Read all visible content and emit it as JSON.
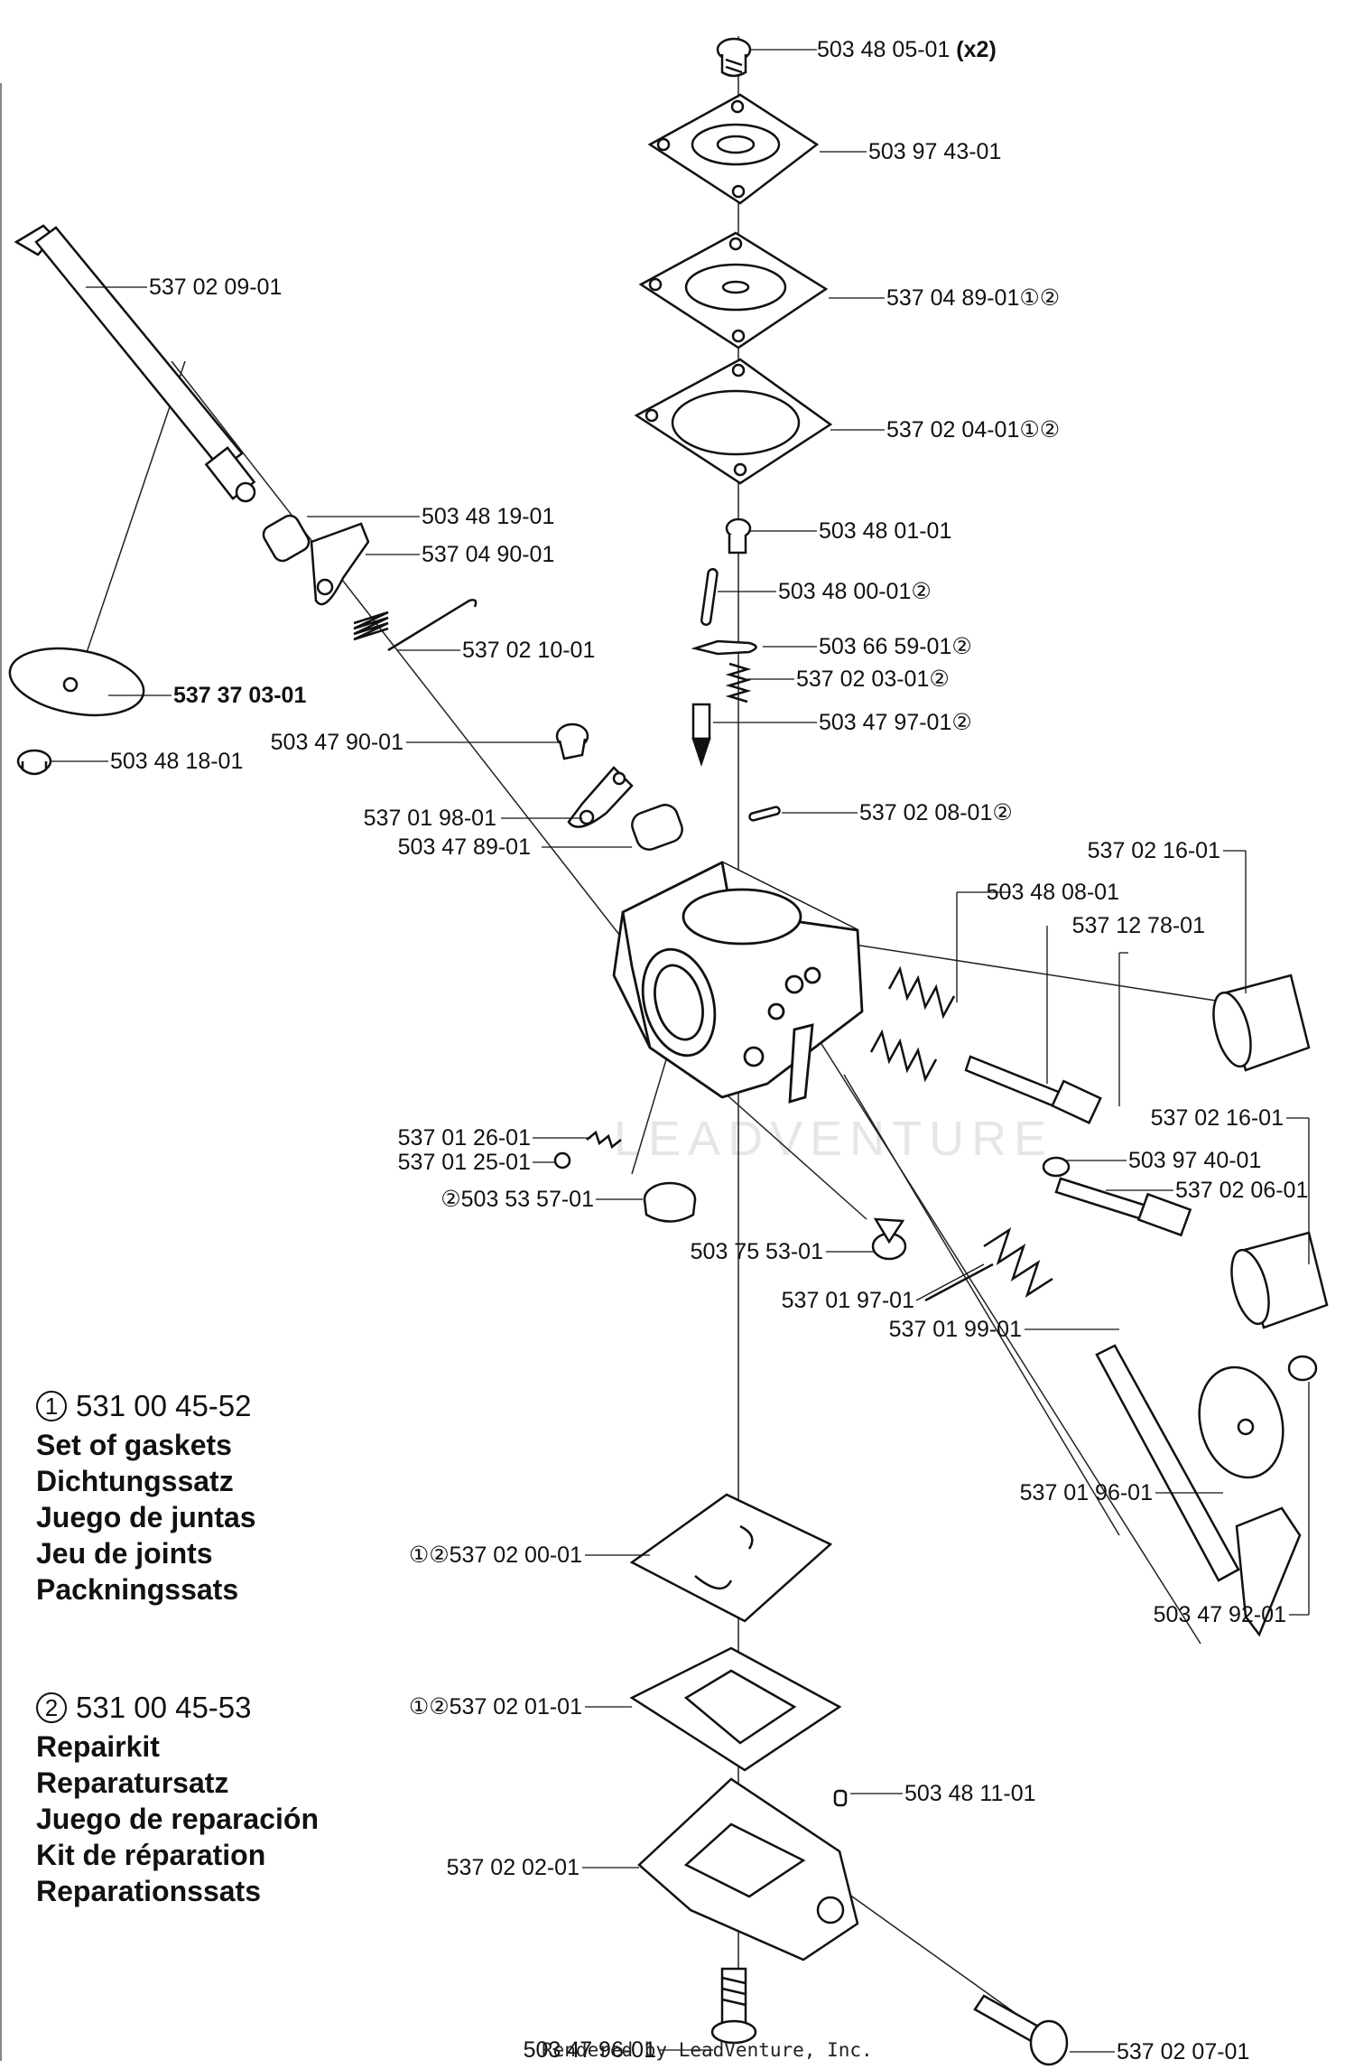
{
  "parts": [
    {
      "id": "p01",
      "number": "503 48 05-01",
      "qty": "(x2)",
      "kits": []
    },
    {
      "id": "p02",
      "number": "503 97 43-01",
      "kits": []
    },
    {
      "id": "p03",
      "number": "537 04 89-01",
      "kits": [
        "1",
        "2"
      ]
    },
    {
      "id": "p04",
      "number": "537 02 04-01",
      "kits": [
        "1",
        "2"
      ]
    },
    {
      "id": "p05",
      "number": "503 48 01-01",
      "kits": []
    },
    {
      "id": "p06",
      "number": "503 48 00-01",
      "kits": [
        "2"
      ]
    },
    {
      "id": "p07",
      "number": "503 66 59-01",
      "kits": [
        "2"
      ]
    },
    {
      "id": "p08",
      "number": "537 02 03-01",
      "kits": [
        "2"
      ]
    },
    {
      "id": "p09",
      "number": "503 47 97-01",
      "kits": [
        "2"
      ]
    },
    {
      "id": "p10",
      "number": "537 02 08-01",
      "kits": [
        "2"
      ]
    },
    {
      "id": "p11",
      "number": "537 02 09-01",
      "kits": []
    },
    {
      "id": "p12",
      "number": "503 48 19-01",
      "kits": []
    },
    {
      "id": "p13",
      "number": "537 04 90-01",
      "kits": []
    },
    {
      "id": "p14",
      "number": "537 02 10-01",
      "kits": []
    },
    {
      "id": "p15",
      "number": "537 37 03-01",
      "bold": true,
      "kits": []
    },
    {
      "id": "p16",
      "number": "503 48 18-01",
      "kits": []
    },
    {
      "id": "p17",
      "number": "503 47 90-01",
      "kits": []
    },
    {
      "id": "p18",
      "number": "537 01 98-01",
      "kits": []
    },
    {
      "id": "p19",
      "number": "503 47 89-01",
      "kits": []
    },
    {
      "id": "p20",
      "number": "537 02 16-01",
      "kits": []
    },
    {
      "id": "p21",
      "number": "503 48 08-01",
      "kits": []
    },
    {
      "id": "p22",
      "number": "537 12 78-01",
      "kits": []
    },
    {
      "id": "p23",
      "number": "537 02 16-01",
      "kits": []
    },
    {
      "id": "p24",
      "number": "503 97 40-01",
      "kits": []
    },
    {
      "id": "p25",
      "number": "537 02 06-01",
      "kits": []
    },
    {
      "id": "p26",
      "number": "537 01 26-01",
      "kits": []
    },
    {
      "id": "p27",
      "number": "537 01 25-01",
      "kits": []
    },
    {
      "id": "p28",
      "number": "503 53 57-01",
      "kits": [
        "2"
      ]
    },
    {
      "id": "p29",
      "number": "503 75 53-01",
      "kits": []
    },
    {
      "id": "p30",
      "number": "537 01 97-01",
      "kits": []
    },
    {
      "id": "p31",
      "number": "537 01 99-01",
      "kits": []
    },
    {
      "id": "p32",
      "number": "537 01 96-01",
      "kits": []
    },
    {
      "id": "p33",
      "number": "503 47 92-01",
      "kits": []
    },
    {
      "id": "p34",
      "number": "537 02 00-01",
      "kits": [
        "1",
        "2"
      ]
    },
    {
      "id": "p35",
      "number": "537 02 01-01",
      "kits": [
        "1",
        "2"
      ]
    },
    {
      "id": "p36",
      "number": "503 48 11-01",
      "kits": []
    },
    {
      "id": "p37",
      "number": "537 02 02-01",
      "kits": []
    },
    {
      "id": "p38",
      "number": "503 47 96-01",
      "kits": []
    },
    {
      "id": "p39",
      "number": "537 02 07-01",
      "kits": []
    }
  ],
  "kits": [
    {
      "symbol": "1",
      "number": "531 00 45-52",
      "names": [
        "Set of gaskets",
        "Dichtungssatz",
        "Juego de juntas",
        "Jeu de joints",
        "Packningssats"
      ]
    },
    {
      "symbol": "2",
      "number": "531 00 45-53",
      "names": [
        "Repairkit",
        "Reparatursatz",
        "Juego de reparación",
        "Kit de réparation",
        "Reparationssats"
      ]
    }
  ],
  "watermark": "LEADVENTURE",
  "footer": "Rendered by LeadVenture, Inc."
}
